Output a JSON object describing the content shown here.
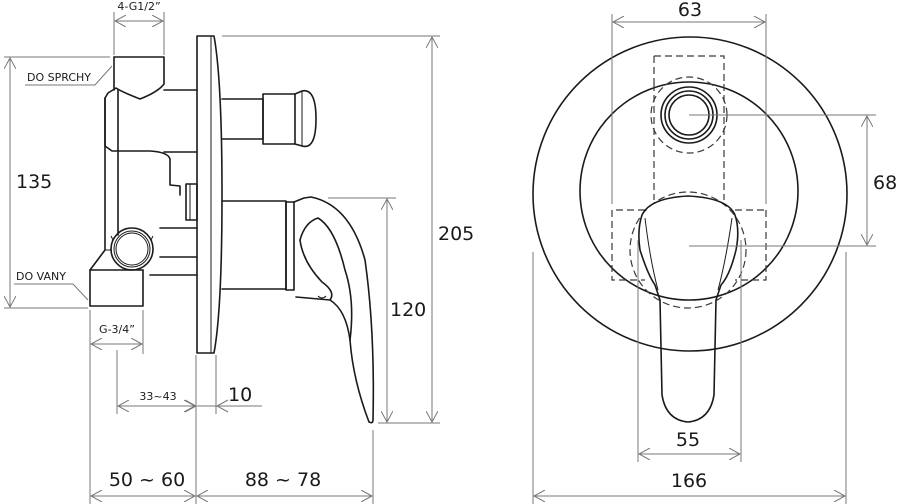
{
  "drawing": {
    "side_view": {
      "labels": {
        "shower_outlet": "DO SPRCHY",
        "bath_outlet": "DO VANY",
        "connection_top": "4-G1/2”",
        "connection_bottom": "G-3/4”"
      },
      "dimensions": {
        "body_height": "135",
        "total_height": "205",
        "lever_height": "120",
        "plate_thickness": "10",
        "mounting_depth_range": "33~43",
        "body_depth_range": "50 ~ 60",
        "projection_range": "88 ~ 78"
      }
    },
    "front_view": {
      "dimensions": {
        "box_width": "63",
        "axis_distance": "68",
        "lever_width": "55",
        "plate_diameter": "166"
      }
    },
    "colors": {
      "outline": "#1a1a1a",
      "dimension_line": "#777777",
      "background": "#ffffff"
    }
  }
}
